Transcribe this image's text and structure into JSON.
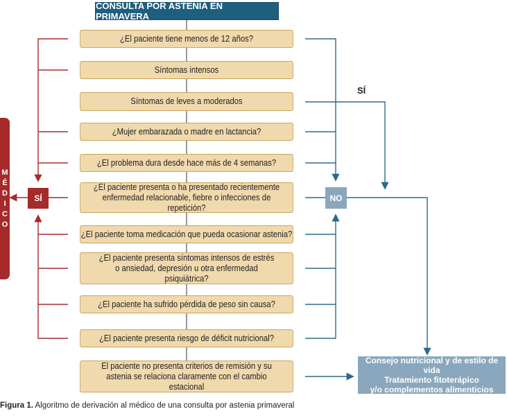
{
  "title": "CONSULTA POR ASTENIA EN PRIMAVERA",
  "questions": [
    "¿El paciente tiene menos de 12 años?",
    "Síntomas intensos",
    "Síntomas de leves a moderados",
    "¿Mujer embarazada o madre en lactancia?",
    "¿El problema dura desde hace más de 4 semanas?",
    "¿El paciente presenta o ha presentado recientemente enfermedad relacionable, fiebre o infecciones de repetición?",
    "¿El paciente toma medicación que pueda ocasionar astenia?",
    "¿El paciente presenta síntomas intensos de estrés o ansiedad, depresión u otra enfermedad psiquiátrica?",
    "¿El paciente ha sufrido pérdida de peso sin causa?",
    "¿El paciente presenta riesgo de déficit nutricional?",
    "El paciente no presenta criterios de remisión y su astenia se relaciona claramente con el cambio estacional"
  ],
  "medico_label": "MÉDICO",
  "si_label": "SÍ",
  "no_label": "NO",
  "si_branch_label": "SÍ",
  "result_lines": [
    "Consejo nutricional y de estilo de vida",
    "Tratamiento fitoterápico",
    "y/o complementos alimenticios"
  ],
  "caption": {
    "prefix": "Figura 1.",
    "text": " Algoritmo de derivación al médico de una consulta por astenia primaveral"
  },
  "colors": {
    "title_bg": "#1f5f7e",
    "box_fill": "#f0d9ad",
    "box_border": "#c9a45c",
    "red": "#a52a2a",
    "blue_line": "#2d6a8a",
    "no_bg": "#8aa7bd",
    "gray_line": "#555555"
  }
}
